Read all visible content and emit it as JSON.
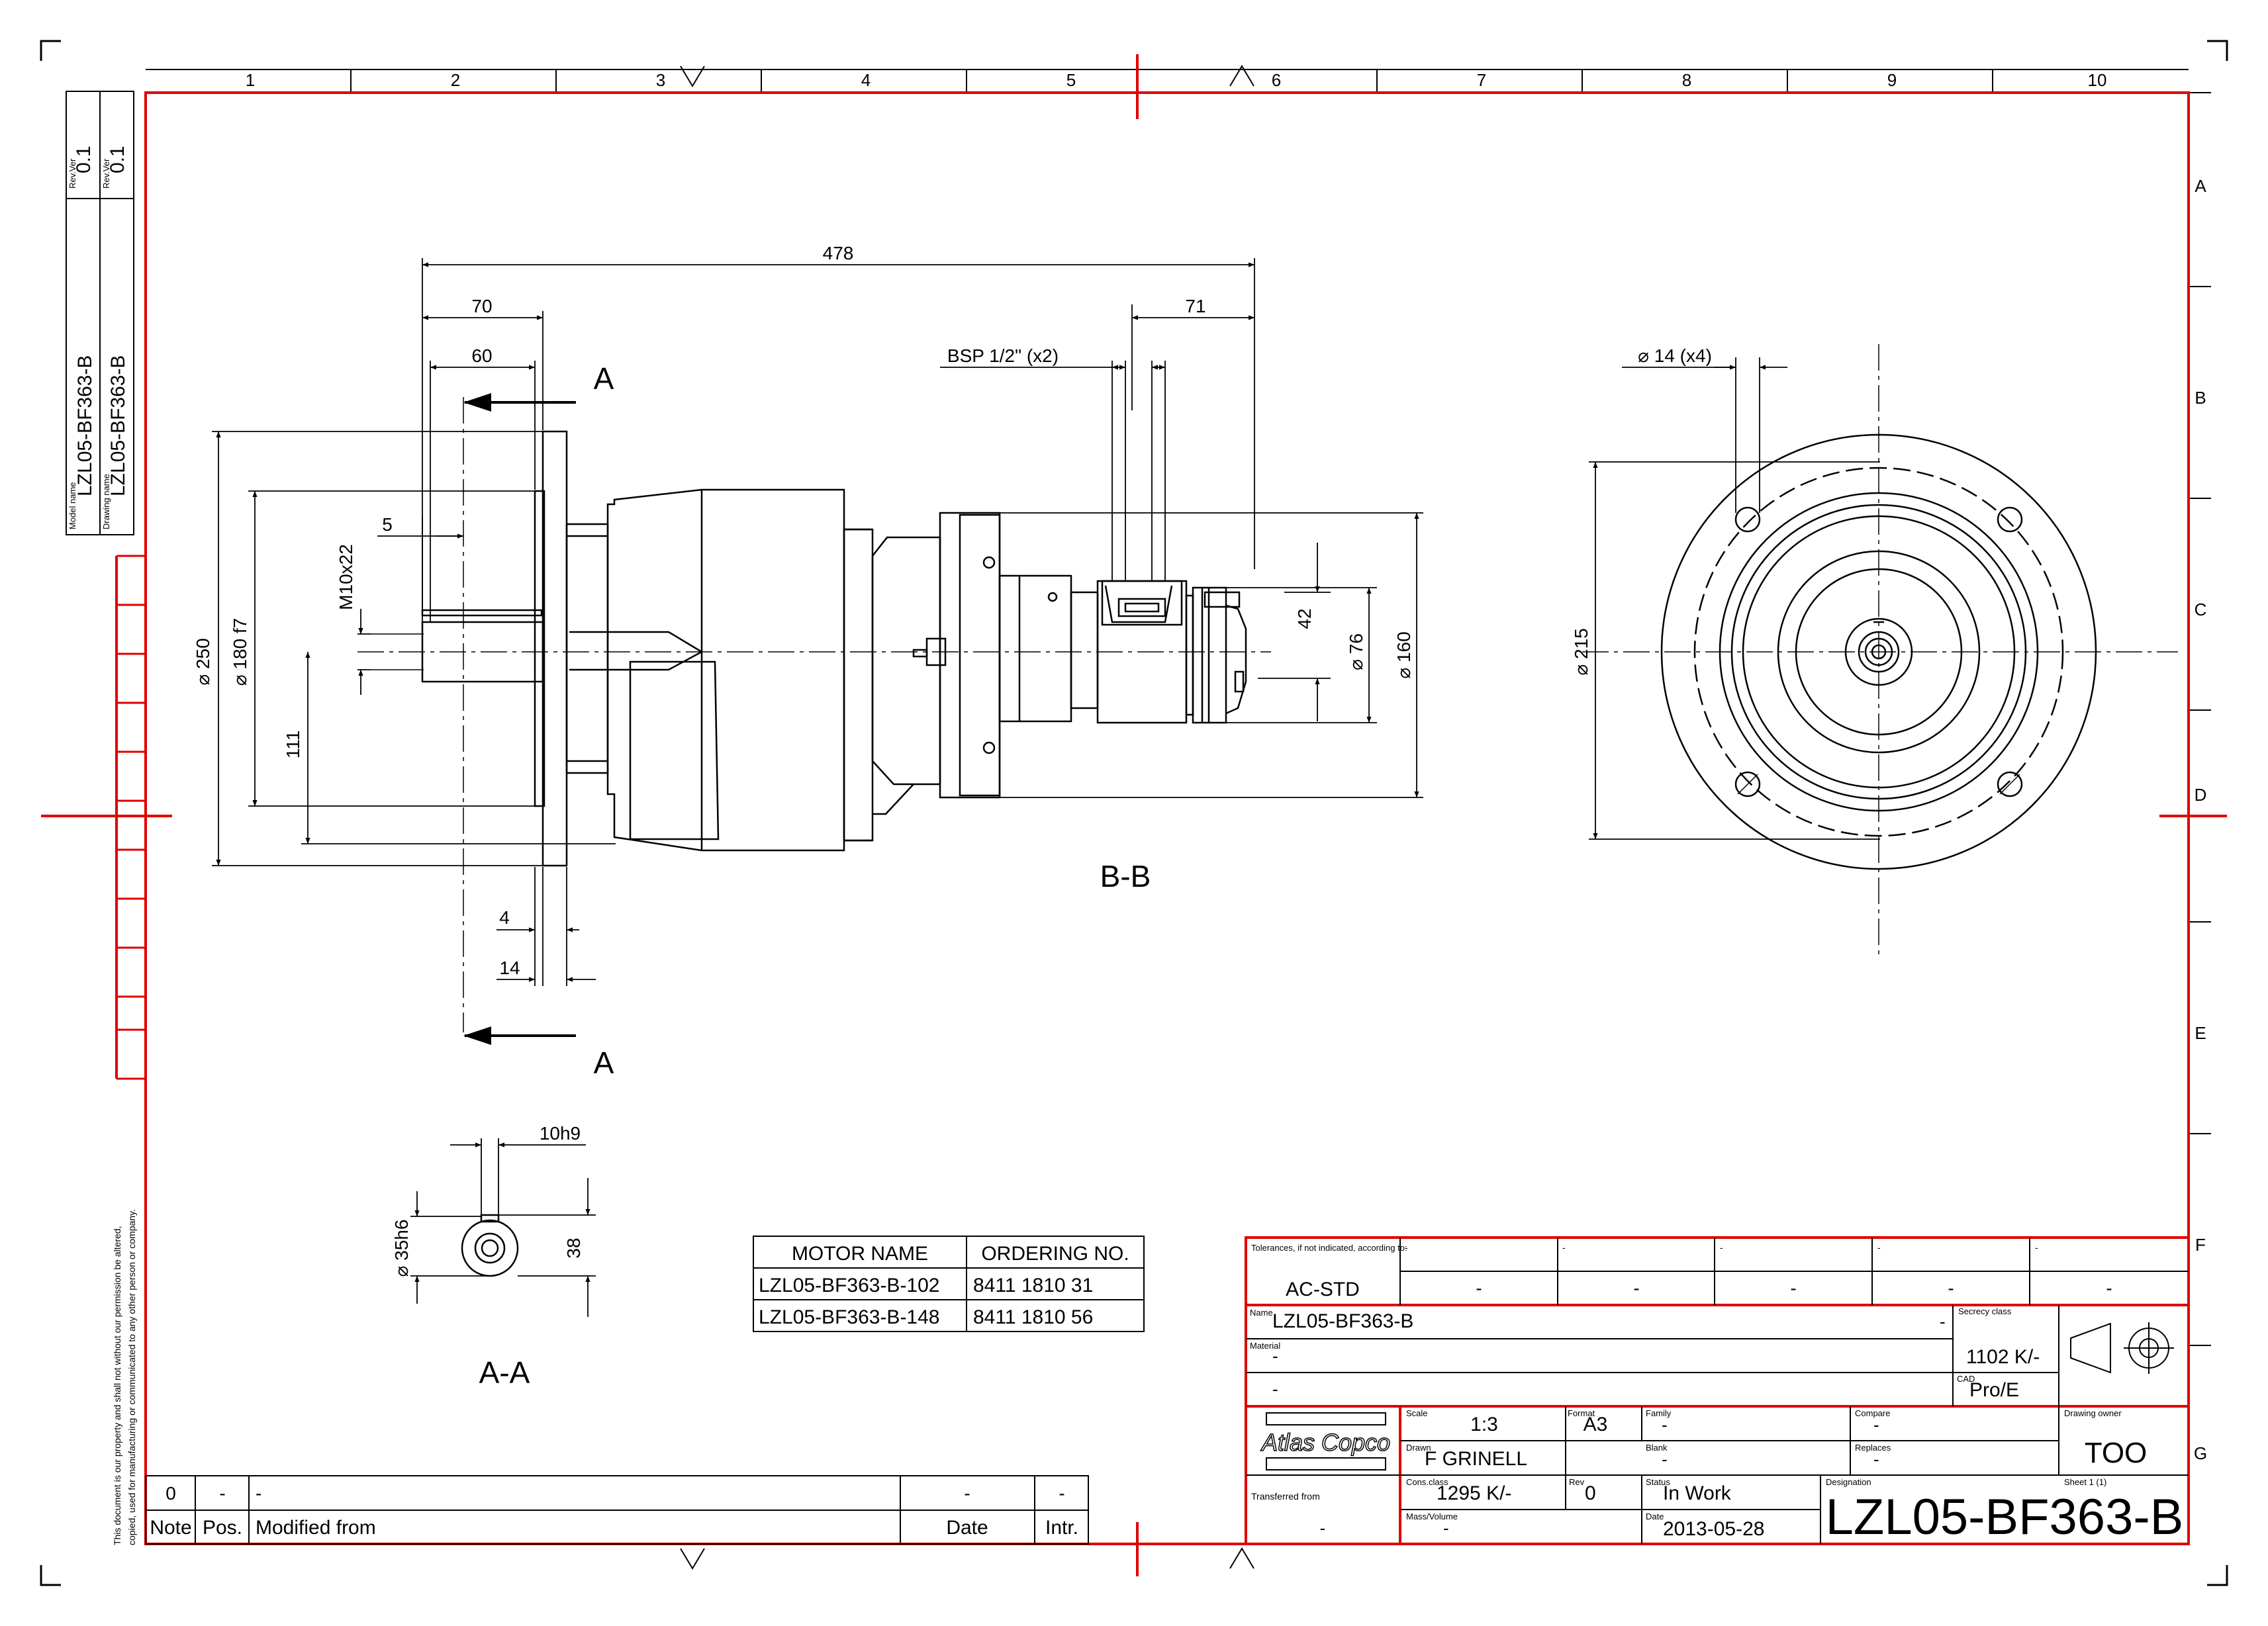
{
  "grid": {
    "columns": [
      "1",
      "2",
      "3",
      "4",
      "5",
      "6",
      "7",
      "8",
      "9",
      "10"
    ],
    "rows": [
      "A",
      "B",
      "C",
      "D",
      "E",
      "F",
      "G"
    ]
  },
  "side_block": {
    "rev_label_1": "Rev.Ver",
    "rev_value_1": "0.1",
    "rev_label_2": "Rev.Ver",
    "rev_value_2": "0.1",
    "model_name_label": "Model name",
    "model_name": "LZL05-BF363-B",
    "drawing_name_label": "Drawing name",
    "drawing_name": "LZL05-BF363-B"
  },
  "legal_notice": {
    "line1": "This document is our property and shall not without our permission be altered,",
    "line2": "copied, used for manufacturing or communicated to any other person or company."
  },
  "views": {
    "section_label_top": "A",
    "section_label_bottom": "A",
    "main_view_title": "B-B",
    "aa_view_title": "A-A"
  },
  "dimensions": {
    "overall_length": "478",
    "d70": "70",
    "d60": "60",
    "d71": "71",
    "bsp": "BSP 1/2\" (x2)",
    "d5": "5",
    "thread": "M10x22",
    "dia250": "⌀ 250",
    "dia180": "⌀ 180 f7",
    "d111": "111",
    "d4": "4",
    "d14": "14",
    "d42": "42",
    "dia76": "⌀ 76",
    "dia160": "⌀ 160",
    "holes": "⌀ 14 (x4)",
    "dia215": "⌀ 215",
    "key": "10h9",
    "dia35": "⌀ 35h6",
    "d38": "38"
  },
  "motor_table": {
    "headers": [
      "MOTOR NAME",
      "ORDERING NO."
    ],
    "rows": [
      [
        "LZL05-BF363-B-102",
        "8411 1810 31"
      ],
      [
        "LZL05-BF363-B-148",
        "8411 1810 56"
      ]
    ]
  },
  "revision_table": {
    "row": [
      "0",
      "-",
      "-",
      "-",
      "-"
    ],
    "headers": [
      "Note",
      "Pos.",
      "Modified from",
      "Date",
      "Intr."
    ]
  },
  "title_block": {
    "tolerances_label": "Tolerances, if not indicated, according to:",
    "tolerance_std": "AC-STD",
    "tol_small": [
      "-",
      "-",
      "-",
      "-",
      "-"
    ],
    "tol_values": [
      "-",
      "-",
      "-",
      "-",
      "-"
    ],
    "name_label": "Name",
    "name": "LZL05-BF363-B",
    "name_dash": "-",
    "secrecy_label": "Secrecy class",
    "secrecy_value": "1102 K/-",
    "material_label": "Material",
    "material_value1": "-",
    "material_value2": "-",
    "cad_label": "CAD",
    "cad_value": "Pro/E",
    "logo_text": "Atlas Copco",
    "scale_label": "Scale",
    "scale": "1:3",
    "format_label": "Format",
    "format": "A3",
    "family_label": "Family",
    "family": "-",
    "compare_label": "Compare",
    "compare": "-",
    "drawing_owner_label": "Drawing owner",
    "drawing_owner": "TOO",
    "drawn_label": "Drawn",
    "drawn": "F GRINELL",
    "blank_label": "Blank",
    "blank": "-",
    "replaces_label": "Replaces",
    "replaces": "-",
    "transferred_label": "Transferred from",
    "transferred": "-",
    "cons_class_label": "Cons.class",
    "cons_class": "1295 K/-",
    "rev_label": "Rev",
    "rev": "0",
    "status_label": "Status",
    "status": "In Work",
    "designation_label": "Designation",
    "sheet_label": "Sheet 1 (1)",
    "mass_label": "Mass/Volume",
    "mass": "-",
    "date_label": "Date",
    "date": "2013-05-28",
    "designation": "LZL05-BF363-B"
  },
  "colors": {
    "frame": "#e00000",
    "line": "#000000"
  }
}
